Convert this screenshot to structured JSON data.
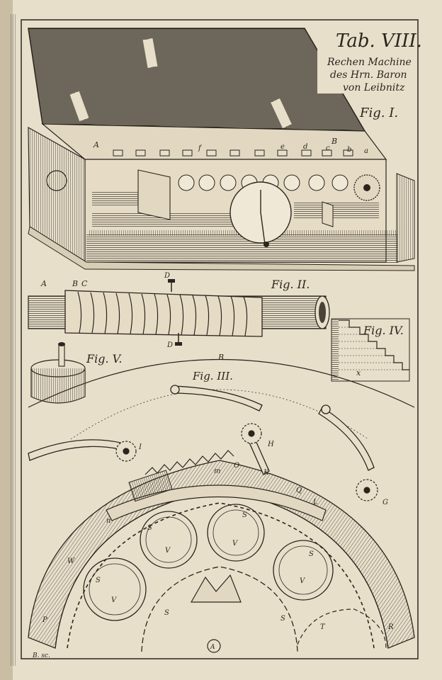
{
  "plate": {
    "title_line1": "Tab. VIII.",
    "title_line2": "Rechen Machine",
    "title_line3": "des Hrn. Baron",
    "title_line4": "von Leibnitz",
    "engraver": "B. sc."
  },
  "figures": {
    "fig1": "Fig. I.",
    "fig2": "Fig. II.",
    "fig3": "Fig. III.",
    "fig4": "Fig. IV.",
    "fig5": "Fig. V."
  },
  "fig1_labels": {
    "A": "A",
    "B": "B",
    "a": "a",
    "b": "b",
    "c": "c",
    "d": "d",
    "e": "e",
    "f": "f"
  },
  "fig2_labels": {
    "A": "A",
    "B": "B",
    "C": "C",
    "D_top": "D",
    "D_bottom": "D"
  },
  "fig4_labels": {
    "x": "x"
  },
  "fig3_labels": {
    "B": "B",
    "H": "H",
    "I": "I",
    "G": "G",
    "Q": "Q",
    "O": "O",
    "K": "K",
    "L": "L",
    "m": "m",
    "n": "n",
    "T": "T",
    "R": "R",
    "W": "W",
    "P": "P",
    "A": "A",
    "S": [
      "S",
      "S",
      "S",
      "S",
      "S",
      "S"
    ],
    "V": [
      "V",
      "V",
      "V",
      "V"
    ]
  },
  "colors": {
    "paper": "#e8dfcb",
    "ink": "#2a251d",
    "shade": "#4a4236"
  }
}
